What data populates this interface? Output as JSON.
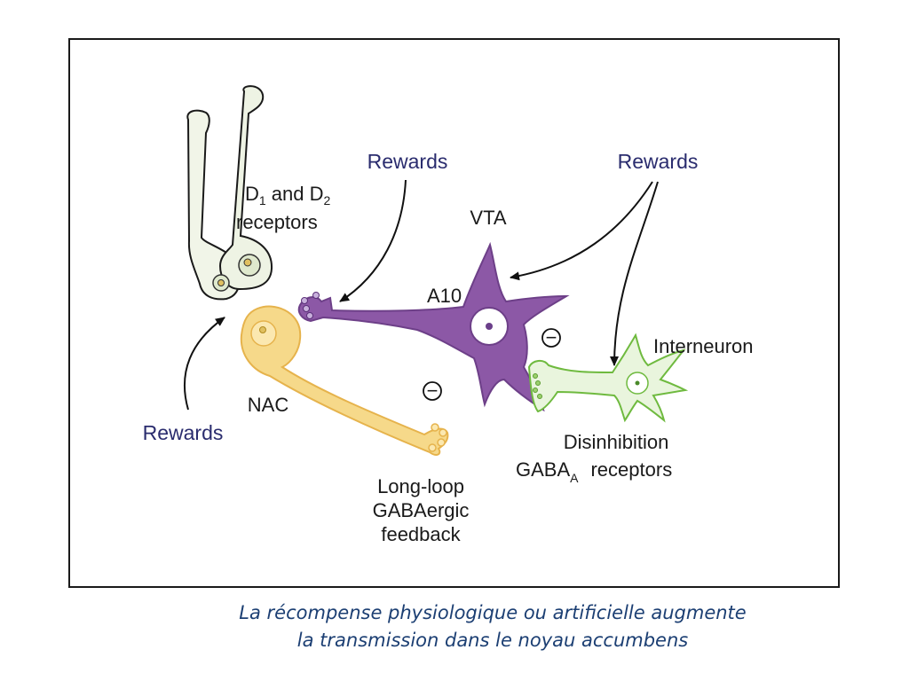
{
  "diagram": {
    "rewards_top_center": "Rewards",
    "rewards_top_right": "Rewards",
    "rewards_left": "Rewards",
    "d_receptors": {
      "line1_a": "D",
      "line1_sub1": "1",
      "line1_b": " and D",
      "line1_sub2": "2",
      "line2": "receptors"
    },
    "vta": "VTA",
    "a10": "A10",
    "nac": "NAC",
    "interneuron": "Interneuron",
    "inhibit_symbol": "−",
    "long_loop": [
      "Long-loop",
      "GABAergic",
      "feedback"
    ],
    "disinhibition": "Disinhibition",
    "gaba": {
      "main": "GABA",
      "sub": "A",
      "rest": "receptors"
    }
  },
  "caption": {
    "line1": "La récompense physiologique ou artificielle augmente",
    "line2": "la transmission dans le noyau accumbens"
  },
  "colors": {
    "rewards_text": "#2a2c6e",
    "vta_neuron": "#8a55a3",
    "nac_neuron": "#f2cc72",
    "interneuron": "#7cc24a",
    "d_receptor_neurons": "#eef3e4",
    "caption_text": "#1c3f73"
  }
}
